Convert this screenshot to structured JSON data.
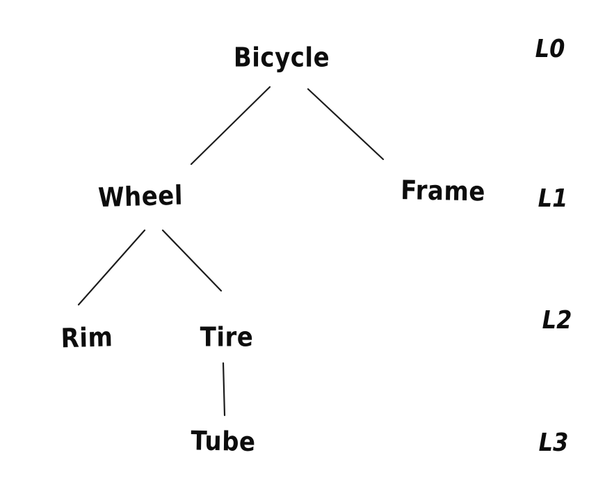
{
  "canvas": {
    "background_color": "#ffffff",
    "ink_color": "#111111",
    "style": "hand-drawn tree diagram"
  },
  "tree": {
    "nodes": [
      {
        "id": "bicycle",
        "label": "Bicycle",
        "level": 0
      },
      {
        "id": "wheel",
        "label": "Wheel",
        "level": 1
      },
      {
        "id": "frame",
        "label": "Frame",
        "level": 1
      },
      {
        "id": "rim",
        "label": "Rim",
        "level": 2
      },
      {
        "id": "tire",
        "label": "Tire",
        "level": 2
      },
      {
        "id": "tube",
        "label": "Tube",
        "level": 3
      }
    ],
    "edges": [
      {
        "from": "Bicycle",
        "to": "Wheel"
      },
      {
        "from": "Bicycle",
        "to": "Frame"
      },
      {
        "from": "Wheel",
        "to": "Rim"
      },
      {
        "from": "Wheel",
        "to": "Tire"
      },
      {
        "from": "Tire",
        "to": "Tube"
      }
    ],
    "level_labels": [
      {
        "label": "L0"
      },
      {
        "label": "L1"
      },
      {
        "label": "L2"
      },
      {
        "label": "L3"
      }
    ]
  }
}
